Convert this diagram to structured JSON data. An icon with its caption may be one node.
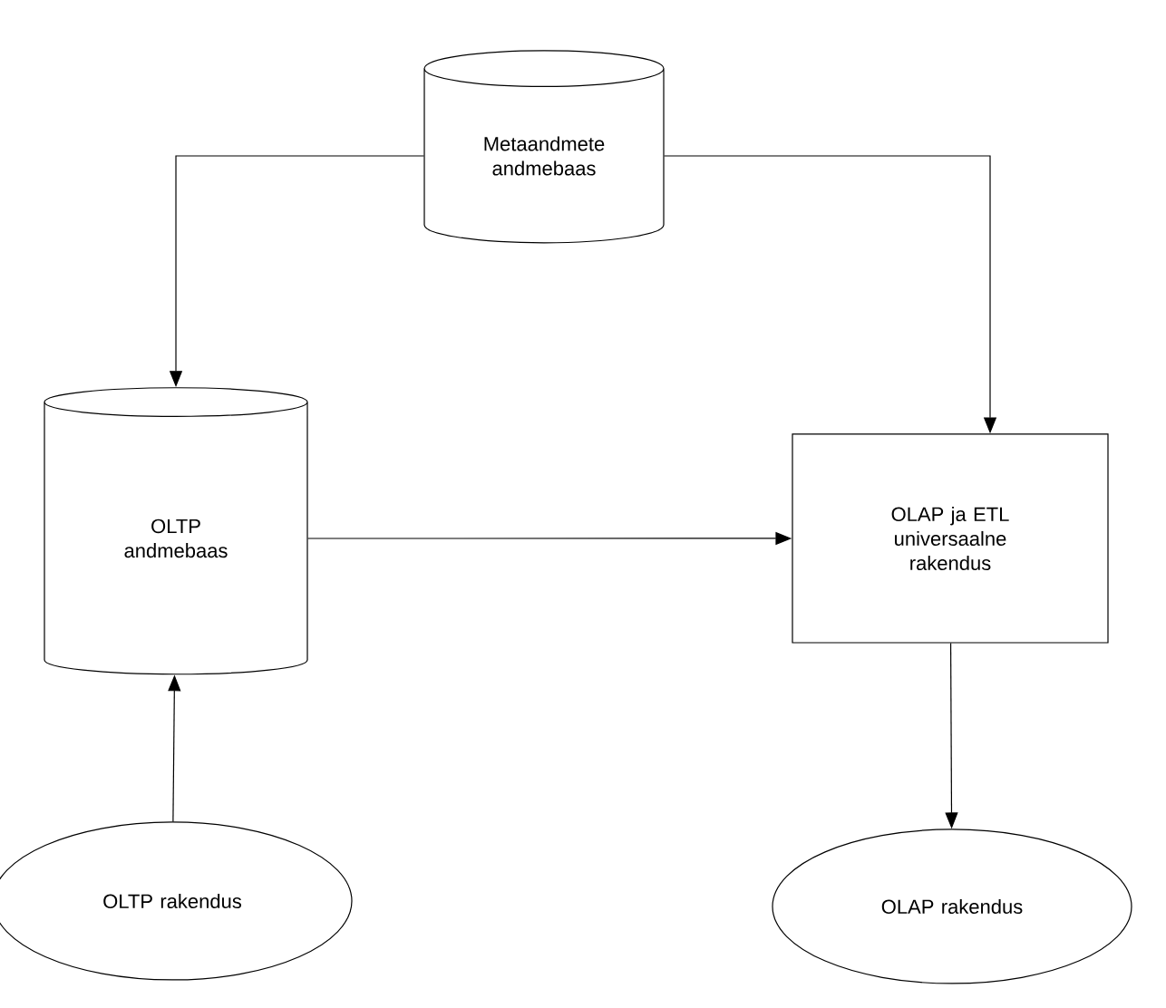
{
  "diagram": {
    "nodes": [
      {
        "text": [
          "Metaandmete andmebaas"
        ]
      },
      {
        "text": [
          "OLTP andmebaas"
        ]
      },
      {
        "text": [
          "OLAP ja ETL universaalne rakendus"
        ]
      },
      {
        "text": [
          "OLTP rakendus"
        ]
      },
      {
        "text": [
          "OLAP rakendus"
        ]
      }
    ],
    "edges": [
      {
        "from": 0,
        "to": 1,
        "arrow": "to"
      },
      {
        "from": 0,
        "to": 2,
        "arrow": "to"
      },
      {
        "from": 1,
        "to": 2,
        "arrow": "to"
      },
      {
        "from": 3,
        "to": 1,
        "arrow": "to"
      },
      {
        "from": 2,
        "to": 4,
        "arrow": "to"
      }
    ]
  }
}
